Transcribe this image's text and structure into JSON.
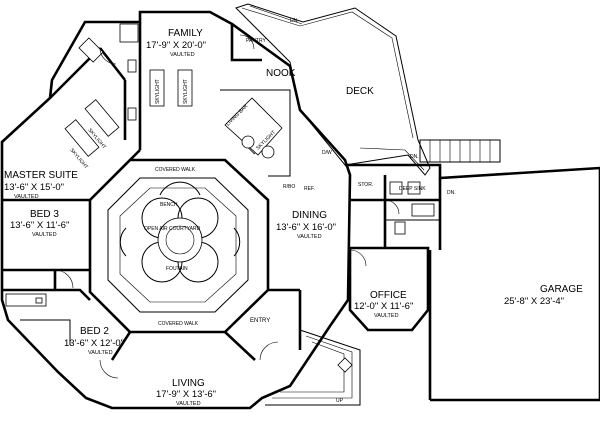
{
  "rooms": {
    "family": {
      "name": "FAMILY",
      "dims": "17'-9\" X 20'-0\"",
      "note": "VAULTED"
    },
    "nook": {
      "name": "NOOK"
    },
    "deck": {
      "name": "DECK"
    },
    "master": {
      "name": "MASTER SUITE",
      "dims": "13'-6\" X 15'-0\"",
      "note": "VAULTED"
    },
    "bed3": {
      "name": "BED 3",
      "dims": "13'-6\" X 11'-6\"",
      "note": "VAULTED"
    },
    "bed2": {
      "name": "BED 2",
      "dims": "13'-6\" X 12'-0\"",
      "note": "VAULTED"
    },
    "dining": {
      "name": "DINING",
      "dims": "13'-6\" X 16'-0\"",
      "note": "VAULTED"
    },
    "office": {
      "name": "OFFICE",
      "dims": "12'-0\" X 11'-6\"",
      "note": "VAULTED"
    },
    "garage": {
      "name": "GARAGE",
      "dims": "25'-8\" X 23'-4\""
    },
    "living": {
      "name": "LIVING",
      "dims": "17'-9\" X 13'-6\"",
      "note": "VAULTED"
    },
    "entry": {
      "name": "ENTRY"
    }
  },
  "labels": {
    "pantry": "PANTRY",
    "dn_deck_top": "DN.",
    "dn_deck_bottom": "DN.",
    "dn_garage": "DN.",
    "skylight": "SKYLIGHT",
    "covered_walk_top": "COVERED WALK",
    "covered_walk_bottom": "COVERED WALK",
    "courtyard": "OPEN AIR COURTYARD",
    "bench": "BENCH",
    "fountain": "FOUTAIN",
    "ref": "REF.",
    "rbo": "R/BO",
    "dw": "D/W",
    "stor": "STOR.",
    "deep_sink": "DEEP SINK",
    "up": "UP",
    "living_bar": "LIVING BAR"
  }
}
